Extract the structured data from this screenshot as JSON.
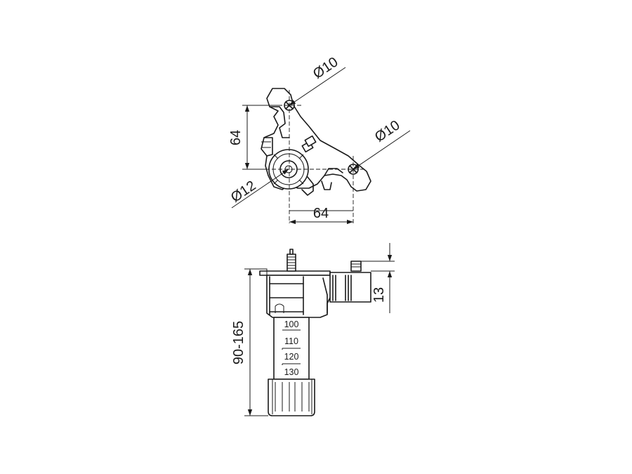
{
  "dimensions": {
    "hole_top": "Ø10",
    "hole_right": "Ø10",
    "hole_center": "Ø12",
    "vertical_spacing": "64",
    "horizontal_spacing": "64",
    "height_range": "90-165",
    "offset": "13"
  },
  "scale_marks": [
    "100",
    "110",
    "120",
    "130"
  ]
}
